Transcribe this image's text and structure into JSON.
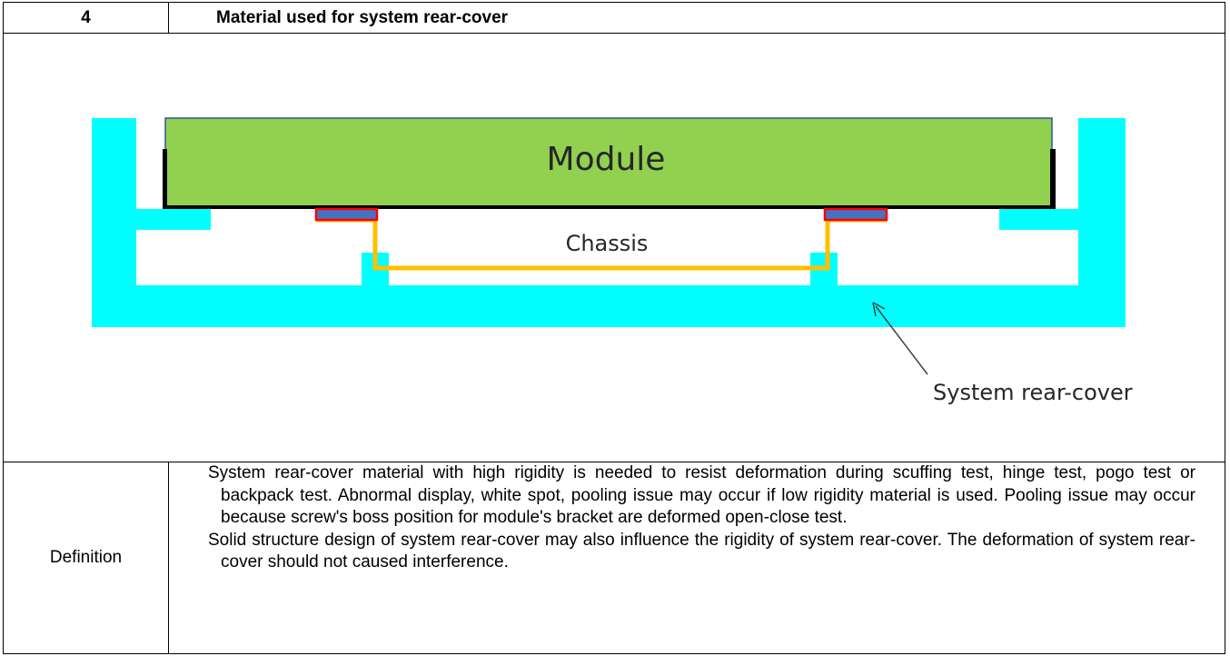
{
  "header": {
    "number": "4",
    "title": "Material used for system rear-cover"
  },
  "figure": {
    "module_label": "Module",
    "chassis_label": "Chassis",
    "rear_cover_label": "System rear-cover",
    "colors": {
      "rear_cover": "#00ffff",
      "module": "#92d050",
      "module_outline": "#2f5597",
      "chassis": "#ffc000",
      "pad_fill": "#4472c4",
      "pad_outline": "#ff0000",
      "edge": "#000000"
    }
  },
  "definition": {
    "label": "Definition",
    "paragraphs": [
      "System rear-cover material with high rigidity is needed to resist deformation during scuffing test, hinge test, pogo test or backpack test. Abnormal display, white spot, pooling issue may occur if low rigidity material is used. Pooling issue may occur because screw's boss position for module's bracket are deformed open-close test.",
      "Solid structure design of system rear-cover may also influence the rigidity of system rear-cover. The deformation of system rear-cover should not caused interference."
    ]
  }
}
